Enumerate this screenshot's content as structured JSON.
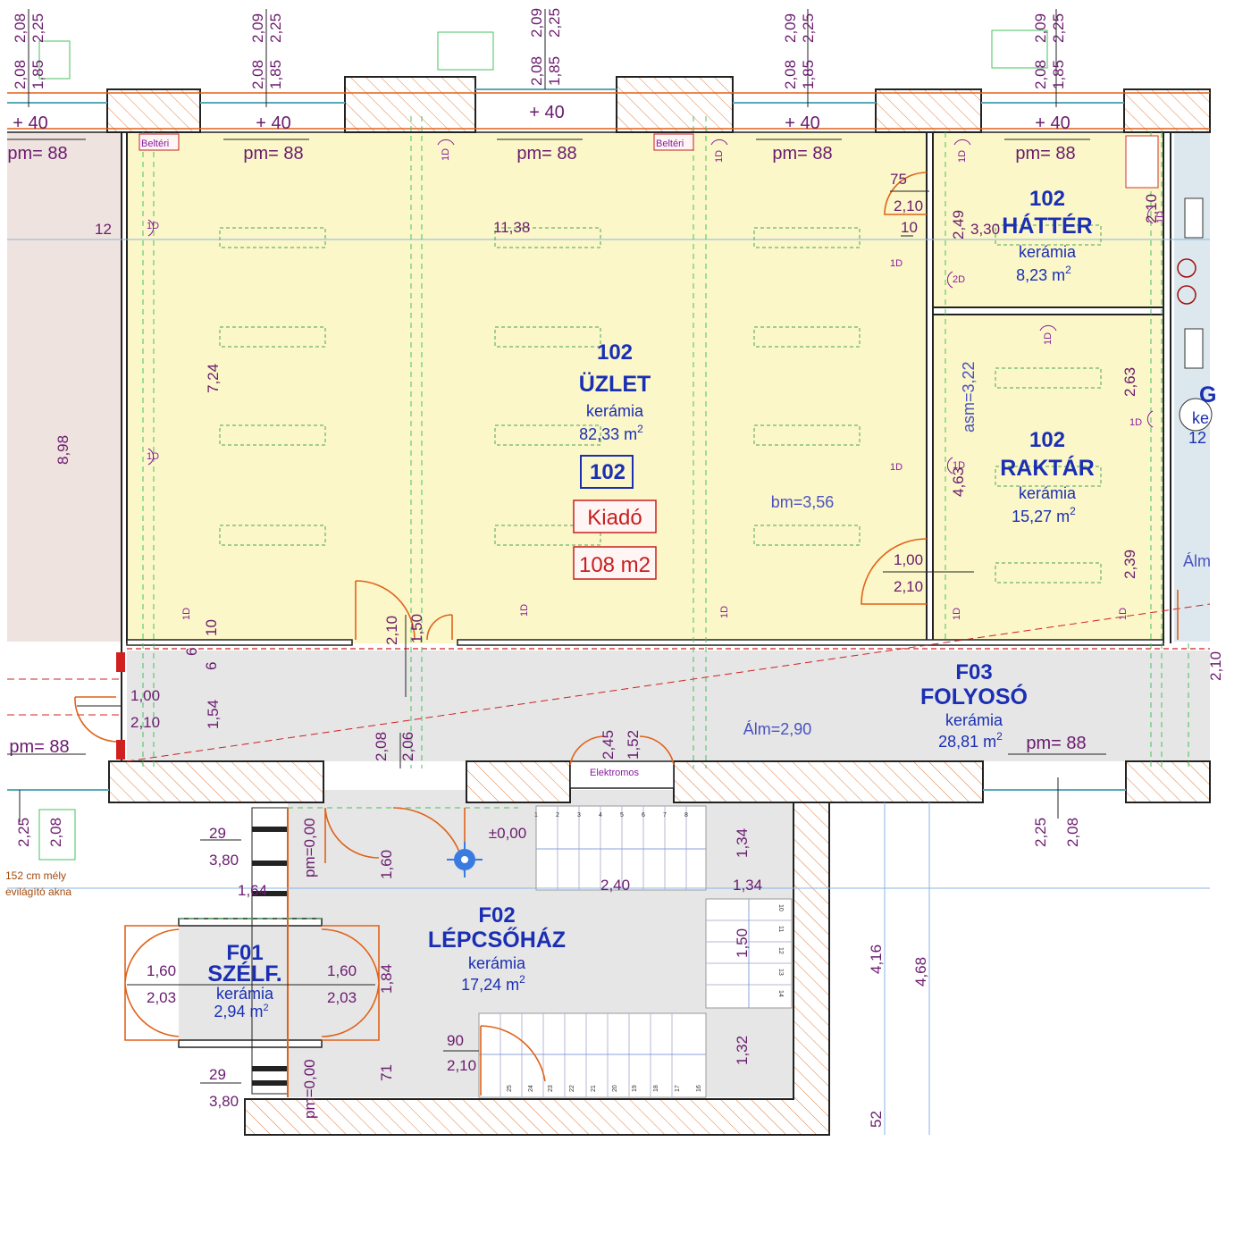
{
  "rooms": {
    "uzlet": {
      "number": "102",
      "name": "ÜZLET",
      "material": "kerámia",
      "area": "82,33 m",
      "box_number": "102",
      "status": "Kiadó",
      "rent_area": "108 m2",
      "bm": "bm=3,56"
    },
    "hatter": {
      "number": "102",
      "name": "HÁTTÉR",
      "material": "kerámia",
      "area": "8,23 m"
    },
    "raktar": {
      "number": "102",
      "name": "RAKTÁR",
      "material": "kerámia",
      "area": "15,27 m",
      "asm": "asm=3,22"
    },
    "folyoso": {
      "number": "F03",
      "name": "FOLYOSÓ",
      "material": "kerámia",
      "area": "28,81 m",
      "alm": "Álm=2,90"
    },
    "lepcsohaz": {
      "number": "F02",
      "name": "LÉPCSŐHÁZ",
      "material": "kerámia",
      "area": "17,24 m",
      "level": "±0,00"
    },
    "szelf": {
      "number": "F01",
      "name": "SZÉLF.",
      "material": "kerámia",
      "area": "2,94 m"
    }
  },
  "area_sup": "2",
  "labels": {
    "belteri": "Beltéri",
    "elektromos": "Elektromos",
    "akna1": "152 cm mély",
    "akna2": "evilágító akna",
    "alm_right": "Álm",
    "cut_g": "G",
    "cut_ke": "ke",
    "cut_12": "12",
    "door_1d": "1D",
    "door_2d": "2D"
  },
  "window_top": {
    "a": "2,08",
    "b": "2,09",
    "c": "1,85",
    "d": "2,25",
    "left_a": "2,08",
    "left_b": "2,08",
    "plus": "+ 40",
    "pm": "pm= 88"
  },
  "window_bottom": {
    "a": "2,25",
    "b": "2,08"
  },
  "dims": {
    "d12": "12",
    "d1138": "11,38",
    "d724": "7,24",
    "d898": "8,98",
    "d75": "75",
    "d210": "2,10",
    "d10": "10",
    "d249": "2,49",
    "d330": "3,30",
    "d210b": "2,10",
    "d263": "2,63",
    "d463": "4,63",
    "d239": "2,39",
    "d100": "1,00",
    "d150": "1,50",
    "d6": "6",
    "d154": "1,54",
    "d208": "2,08",
    "d206": "2,06",
    "d245": "2,45",
    "d152": "1,52",
    "d29": "29",
    "d380": "3,80",
    "d164": "1,64",
    "d160": "1,60",
    "d203": "2,03",
    "d184": "1,84",
    "d71": "71",
    "d90": "90",
    "d240": "2,40",
    "d134": "1,34",
    "d132": "1,32",
    "d416": "4,16",
    "d468": "4,68",
    "d52": "52",
    "pm000": "pm=0,00"
  },
  "stair_numbers": [
    "1",
    "2",
    "3",
    "4",
    "5",
    "6",
    "7",
    "8",
    "10",
    "11",
    "12",
    "13",
    "14",
    "16",
    "17",
    "18",
    "19",
    "20",
    "21",
    "22",
    "23",
    "24",
    "25"
  ]
}
